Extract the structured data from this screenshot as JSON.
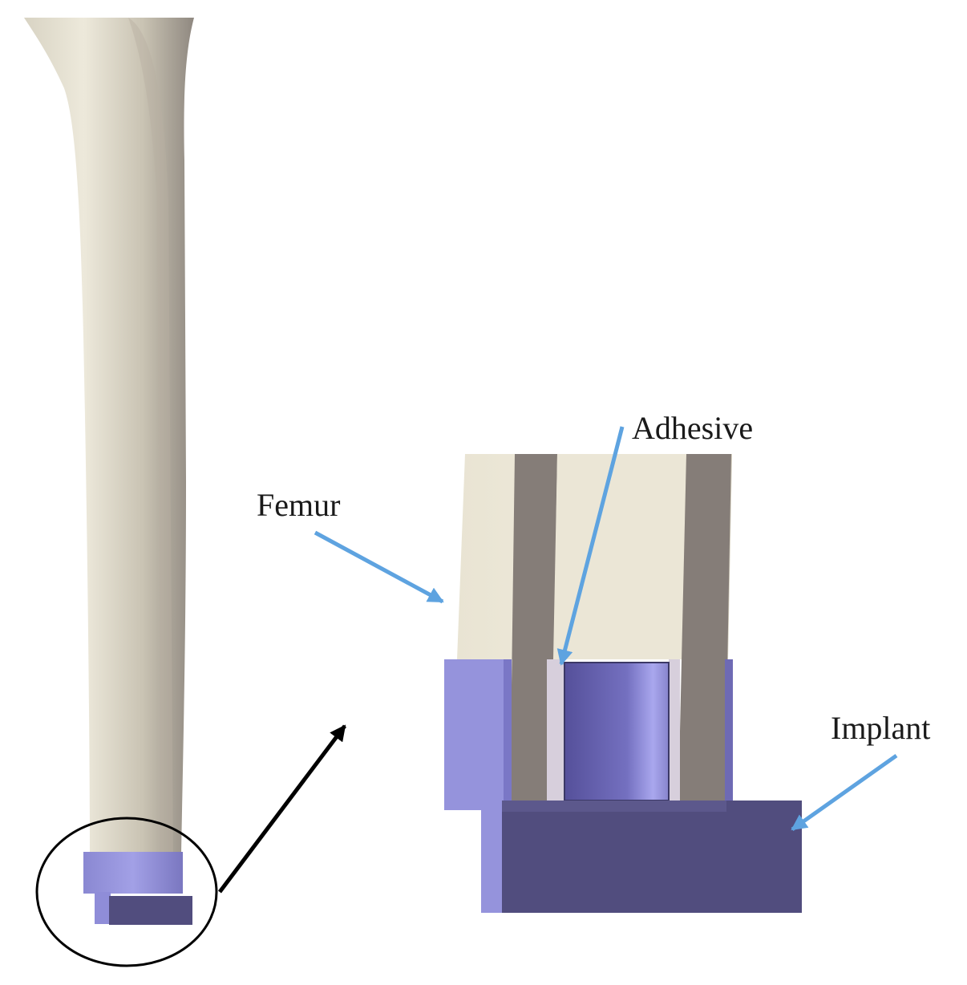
{
  "labels": {
    "adhesive": "Adhesive",
    "femur": "Femur",
    "implant": "Implant"
  },
  "colors": {
    "bone_light": "#ece7d8",
    "bone_mid": "#d6d1c1",
    "bone_dark": "#8a827c",
    "cortex": "#857d78",
    "implant_light": "#9a99e0",
    "implant_mid": "#6e6ab4",
    "implant_dark": "#514d7e",
    "adhesive": "#d7cfdc",
    "arrow_blue": "#5ea3e0",
    "arrow_black": "#000000"
  }
}
